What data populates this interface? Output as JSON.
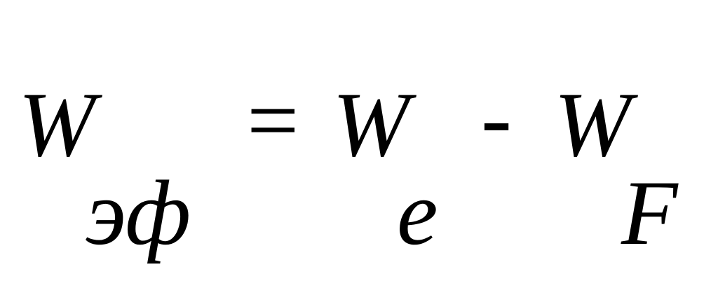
{
  "equation": {
    "lhs": {
      "symbol": "W",
      "subscript": "эф"
    },
    "equals": "=",
    "term1": {
      "symbol": "W",
      "subscript": "e"
    },
    "minus": "-",
    "term2": {
      "symbol": "W",
      "subscript": "F"
    }
  }
}
